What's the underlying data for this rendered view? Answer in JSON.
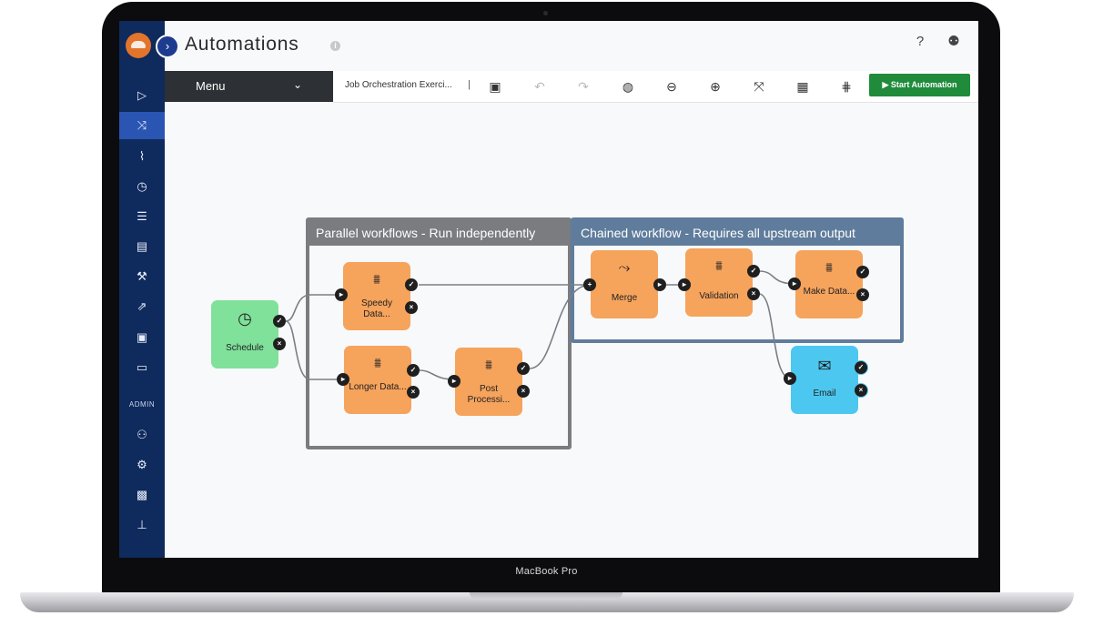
{
  "device": {
    "label": "MacBook Pro"
  },
  "app": {
    "title": "Automations"
  },
  "sidebar": {
    "admin_label": "ADMIN",
    "items": [
      {
        "icon": "play-icon",
        "glyph": "▷"
      },
      {
        "icon": "shuffle-icon",
        "glyph": "⤨",
        "active": true
      },
      {
        "icon": "pulse-icon",
        "glyph": "⌇"
      },
      {
        "icon": "clock-icon",
        "glyph": "◷"
      },
      {
        "icon": "checklist-icon",
        "glyph": "☰"
      },
      {
        "icon": "document-icon",
        "glyph": "▤"
      },
      {
        "icon": "wrench-icon",
        "glyph": "⚒"
      },
      {
        "icon": "share-icon",
        "glyph": "⇗"
      },
      {
        "icon": "briefcase-icon",
        "glyph": "▣"
      },
      {
        "icon": "folder-icon",
        "glyph": "▭"
      },
      {
        "icon": "add-user-icon",
        "glyph": "⚇"
      },
      {
        "icon": "gear-icon",
        "glyph": "⚙"
      },
      {
        "icon": "save-icon",
        "glyph": "▩"
      },
      {
        "icon": "hierarchy-icon",
        "glyph": "⊥"
      }
    ]
  },
  "header": {
    "help_icon": "?",
    "user_icon": "⚉"
  },
  "toolbar": {
    "menu_label": "Menu",
    "workflow_name": "Job Orchestration Exerci...",
    "start_label": "▶ Start Automation"
  },
  "canvas": {
    "groups": [
      {
        "title": "Parallel workflows - Run independently",
        "color": "#7a7c80"
      },
      {
        "title": "Chained workflow - Requires all upstream output",
        "color": "#5f7c9c"
      }
    ],
    "nodes": [
      {
        "id": "schedule",
        "label": "Schedule",
        "color": "#7fe19a",
        "icon": "clock-icon"
      },
      {
        "id": "speedy",
        "label": "Speedy Data...",
        "color": "#f6a35c",
        "icon": "network-icon"
      },
      {
        "id": "longer",
        "label": "Longer Data...",
        "color": "#f6a35c",
        "icon": "network-icon"
      },
      {
        "id": "post",
        "label": "Post Processi...",
        "color": "#f6a35c",
        "icon": "network-icon"
      },
      {
        "id": "merge",
        "label": "Merge",
        "color": "#f6a35c",
        "icon": "merge-icon"
      },
      {
        "id": "validation",
        "label": "Validation",
        "color": "#f6a35c",
        "icon": "network-icon"
      },
      {
        "id": "make",
        "label": "Make Data...",
        "color": "#f6a35c",
        "icon": "network-icon"
      },
      {
        "id": "email",
        "label": "Email",
        "color": "#4cc8f0",
        "icon": "envelope-icon"
      }
    ]
  }
}
